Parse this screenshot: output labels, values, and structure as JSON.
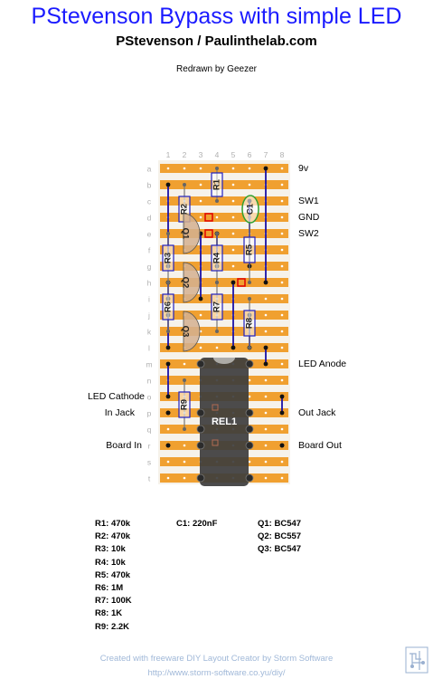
{
  "header": {
    "title": "PStevenson Bypass with simple LED",
    "subtitle": "PStevenson / Paulinthelab.com",
    "credit": "Redrawn by Geezer"
  },
  "board": {
    "columns": [
      "1",
      "2",
      "3",
      "4",
      "5",
      "6",
      "7",
      "8"
    ],
    "rows": [
      "a",
      "b",
      "c",
      "d",
      "e",
      "f",
      "g",
      "h",
      "i",
      "j",
      "k",
      "l",
      "m",
      "n",
      "o",
      "p",
      "q",
      "r",
      "s",
      "t"
    ],
    "strip_color": "#f0a030",
    "wire_color": "#1a10a8"
  },
  "components": {
    "R1": "R1",
    "R2": "R2",
    "R3": "R3",
    "R4": "R4",
    "R5": "R5",
    "R6": "R6",
    "R7": "R7",
    "R8": "R8",
    "R9": "R9",
    "C1": "C1",
    "Q1": "Q1",
    "Q2": "Q2",
    "Q3": "Q3",
    "REL1": "REL1"
  },
  "connections": {
    "v9": "9v",
    "sw1": "SW1",
    "gnd": "GND",
    "sw2": "SW2",
    "led_anode": "LED Anode",
    "led_cathode": "LED Cathode",
    "in_jack": "In Jack",
    "out_jack": "Out Jack",
    "board_in": "Board In",
    "board_out": "Board Out"
  },
  "parts_list": {
    "resistors": [
      "R1: 470k",
      "R2: 470k",
      "R3: 10k",
      "R4: 10k",
      "R5: 470k",
      "R6: 1M",
      "R7: 100K",
      "R8: 1K",
      "R9: 2.2K"
    ],
    "capacitors": [
      "C1: 220nF"
    ],
    "transistors": [
      "Q1: BC547",
      "Q2: BC557",
      "Q3: BC547"
    ]
  },
  "footer": {
    "line1": "Created with freeware DIY Layout Creator by Storm Software",
    "line2": "http://www.storm-software.co.yu/diy/"
  }
}
